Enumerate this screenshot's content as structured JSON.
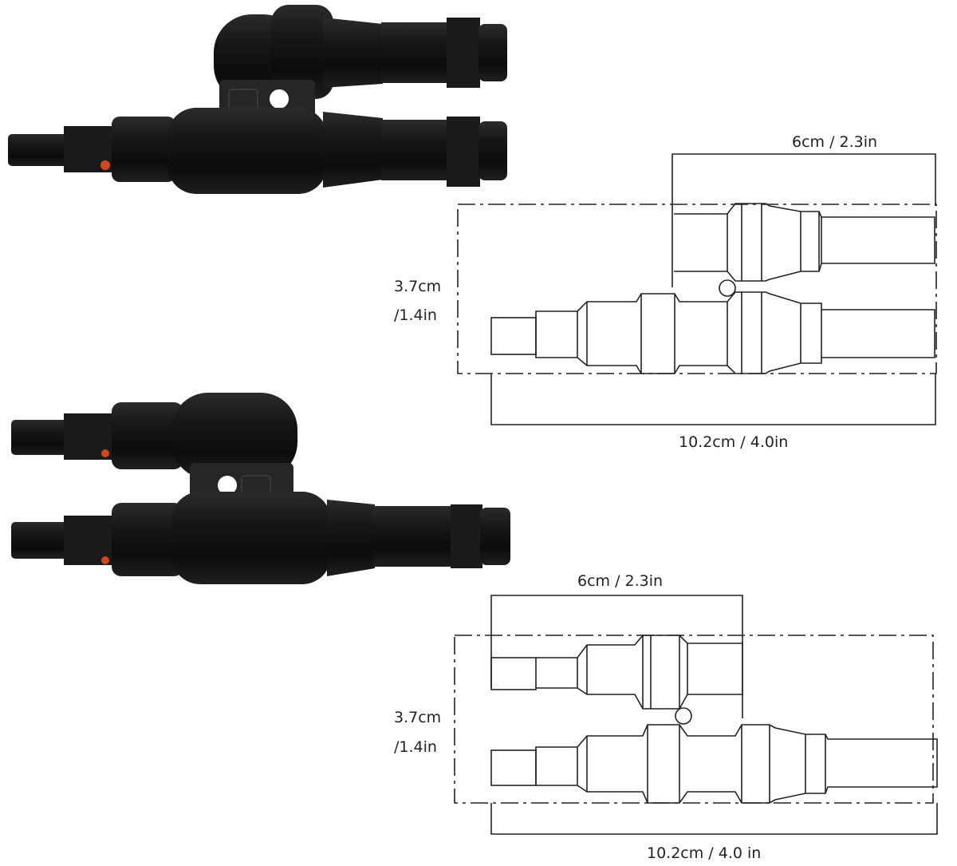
{
  "top_diagram": {
    "width_label": "6cm / 2.3in",
    "height_label_cm": "3.7cm",
    "height_label_in": "/1.4in",
    "length_label": "10.2cm / 4.0in"
  },
  "bottom_diagram": {
    "width_label": "6cm / 2.3in",
    "height_label_cm": "3.7cm",
    "height_label_in": "/1.4in",
    "length_label": "10.2cm / 4.0 in"
  },
  "colors": {
    "connector_body": "#151515",
    "connector_highlight": "#2e2e2e",
    "seal_ring": "#d2481c",
    "line_drawing": "#222222"
  }
}
